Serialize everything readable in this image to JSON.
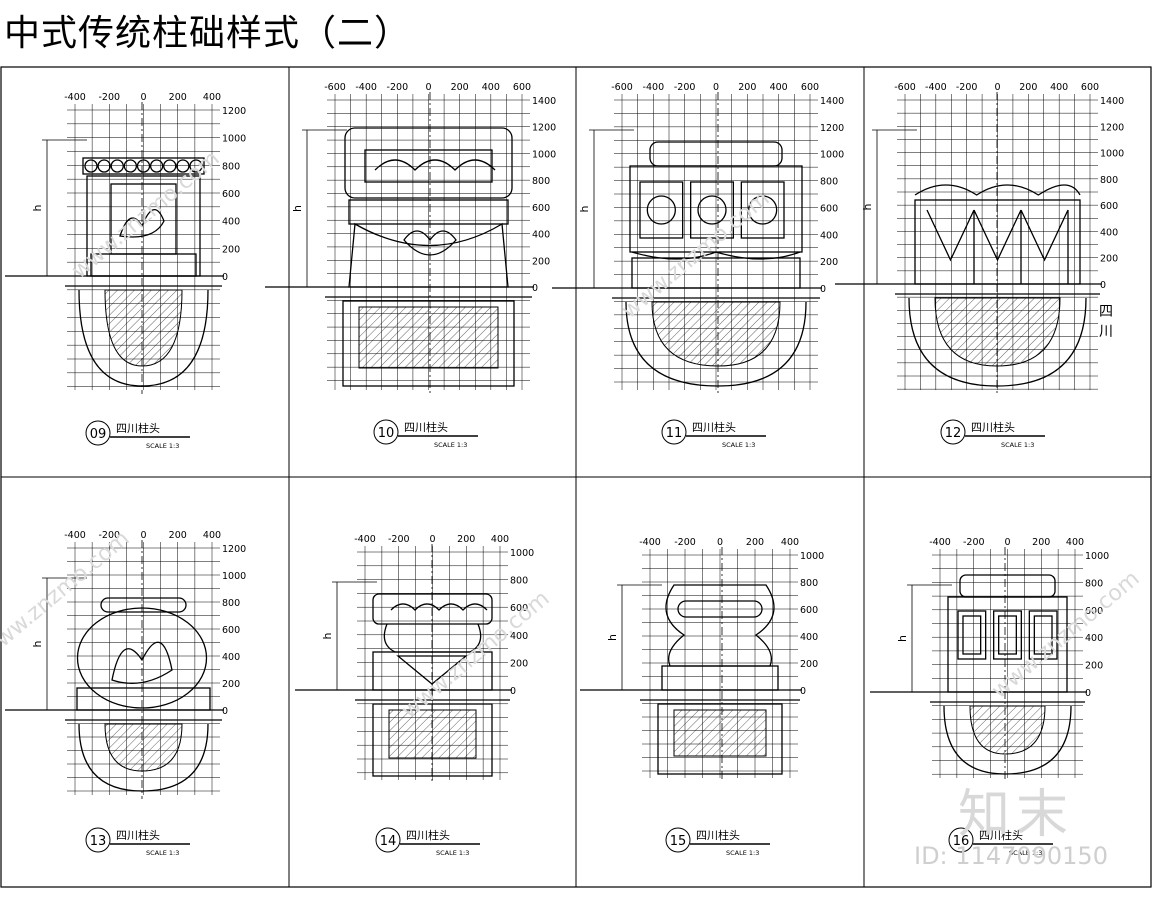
{
  "page": {
    "title": "中式传统柱础样式（二）"
  },
  "watermark": {
    "logo_text": "知末",
    "id_text": "ID: 1147090150",
    "diagonal_text": "www.znzmo.com"
  },
  "panels": [
    {
      "number": "09",
      "name": "四川柱头",
      "scale": "SCALE 1:3",
      "height_label": "h",
      "side_label": "",
      "x_ticks": [
        "-400",
        "-200",
        "0",
        "200",
        "400"
      ],
      "y_ticks": [
        "1200",
        "1000",
        "800",
        "600",
        "400",
        "200",
        "0"
      ]
    },
    {
      "number": "10",
      "name": "四川柱头",
      "scale": "SCALE 1:3",
      "height_label": "h",
      "side_label": "",
      "x_ticks": [
        "-600",
        "-400",
        "-200",
        "0",
        "200",
        "400",
        "600"
      ],
      "y_ticks": [
        "1400",
        "1200",
        "1000",
        "800",
        "600",
        "400",
        "200",
        "0"
      ]
    },
    {
      "number": "11",
      "name": "四川柱头",
      "scale": "SCALE 1:3",
      "height_label": "h",
      "side_label": "",
      "x_ticks": [
        "-600",
        "-400",
        "-200",
        "0",
        "200",
        "400",
        "600"
      ],
      "y_ticks": [
        "1400",
        "1200",
        "1000",
        "800",
        "600",
        "400",
        "200",
        "0"
      ]
    },
    {
      "number": "12",
      "name": "四川柱头",
      "scale": "SCALE 1:3",
      "height_label": "h",
      "side_label": "四川",
      "x_ticks": [
        "-600",
        "-400",
        "-200",
        "0",
        "200",
        "400",
        "600"
      ],
      "y_ticks": [
        "1400",
        "1200",
        "1000",
        "800",
        "600",
        "400",
        "200",
        "0"
      ]
    },
    {
      "number": "13",
      "name": "四川柱头",
      "scale": "SCALE 1:3",
      "height_label": "h",
      "side_label": "",
      "x_ticks": [
        "-400",
        "-200",
        "0",
        "200",
        "400"
      ],
      "y_ticks": [
        "1200",
        "1000",
        "800",
        "600",
        "400",
        "200",
        "0"
      ]
    },
    {
      "number": "14",
      "name": "四川柱头",
      "scale": "SCALE 1:3",
      "height_label": "h",
      "side_label": "",
      "x_ticks": [
        "-400",
        "-200",
        "0",
        "200",
        "400"
      ],
      "y_ticks": [
        "1000",
        "800",
        "600",
        "400",
        "200",
        "0"
      ]
    },
    {
      "number": "15",
      "name": "四川柱头",
      "scale": "SCALE 1:3",
      "height_label": "h",
      "side_label": "",
      "x_ticks": [
        "-400",
        "-200",
        "0",
        "200",
        "400"
      ],
      "y_ticks": [
        "1000",
        "800",
        "600",
        "400",
        "200",
        "0"
      ]
    },
    {
      "number": "16",
      "name": "四川柱头",
      "scale": "SCALE 1:3",
      "height_label": "h",
      "side_label": "",
      "x_ticks": [
        "-400",
        "-200",
        "0",
        "200",
        "400"
      ],
      "y_ticks": [
        "1000",
        "800",
        "600",
        "400",
        "200",
        "0"
      ]
    }
  ]
}
